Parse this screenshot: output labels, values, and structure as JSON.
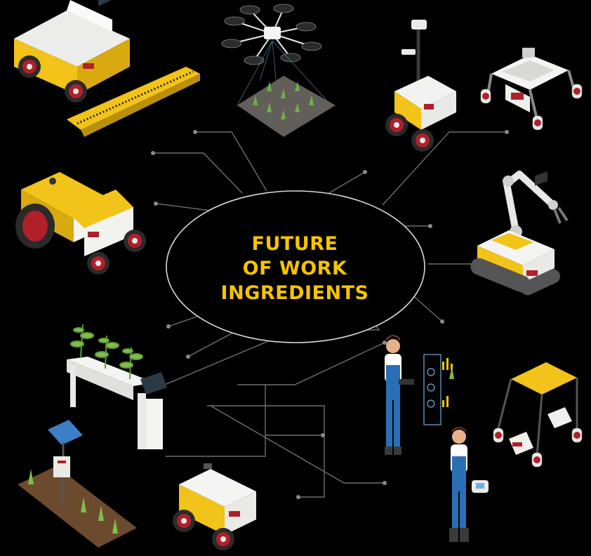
{
  "hub": {
    "title_lines": [
      "FUTURE",
      "OF WORK",
      "INGREDIENTS"
    ]
  },
  "colors": {
    "background": "#000000",
    "title": "#F5C400",
    "connector": "#6E6E6E",
    "hub_outline": "#D9D9D9",
    "machine_body": "#F5F5F2",
    "machine_accent": "#F2C318",
    "wheel": "#B0202A"
  },
  "nodes": [
    {
      "name": "combine-harvester",
      "icon": "combine-harvester-icon"
    },
    {
      "name": "drone",
      "icon": "drone-icon"
    },
    {
      "name": "sensor-robot",
      "icon": "sensor-robot-icon"
    },
    {
      "name": "field-robot",
      "icon": "field-robot-icon"
    },
    {
      "name": "autonomous-tractor",
      "icon": "autonomous-tractor-icon"
    },
    {
      "name": "robotic-arm-crawler",
      "icon": "robotic-arm-crawler-icon"
    },
    {
      "name": "hydroponic-farm",
      "icon": "hydroponic-farm-icon"
    },
    {
      "name": "farmer-with-tablet",
      "icon": "farmer-tablet-icon"
    },
    {
      "name": "modular-field-robot",
      "icon": "modular-robot-icon"
    },
    {
      "name": "solar-sensor-station",
      "icon": "solar-sensor-icon"
    },
    {
      "name": "delivery-robot",
      "icon": "delivery-robot-icon"
    },
    {
      "name": "operator-with-remote",
      "icon": "operator-remote-icon"
    }
  ]
}
